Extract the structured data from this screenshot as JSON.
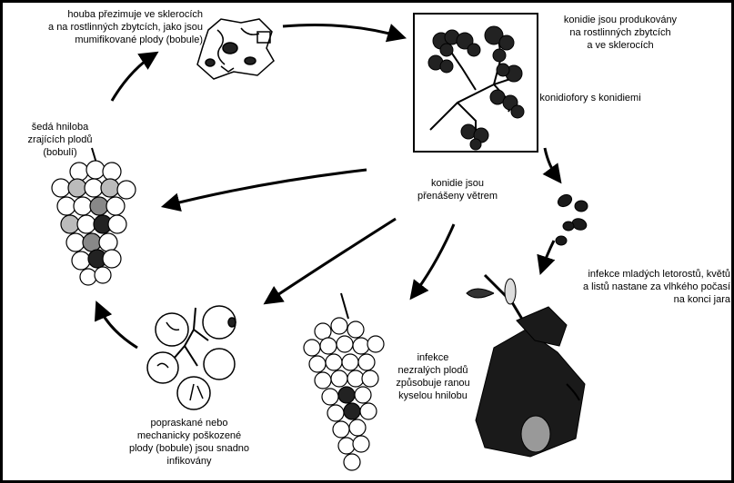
{
  "labels": {
    "overwintering": "houba přezimuje ve sklerocích\na na rostlinných zbytcích, jako jsou\nmumifikované plody (bobule)",
    "conidia_produced": "konidie jsou produkovány\nna rostlinných zbytcích\na ve sklerocích",
    "conidiophores": "konidiofory s konidiemi",
    "wind": "konidie jsou\npřenášeny větrem",
    "young_shoots": "infekce mladých letorostů, květů\na listů nastane za vlhkého počasí\nna konci jara",
    "unripe": "infekce\nnezralých plodů\nzpůsobuje ranou\nkyselou hnilobu",
    "cracked": "popraskané nebo\nmechanicky poškozené\nplody (bobule) jsou snadno\ninfikovány",
    "grey_rot": "šedá hniloba\nzrajících plodů\n(bobulí)"
  },
  "colors": {
    "ink": "#000000",
    "paper": "#ffffff",
    "fill_dark": "#1a1a1a"
  }
}
